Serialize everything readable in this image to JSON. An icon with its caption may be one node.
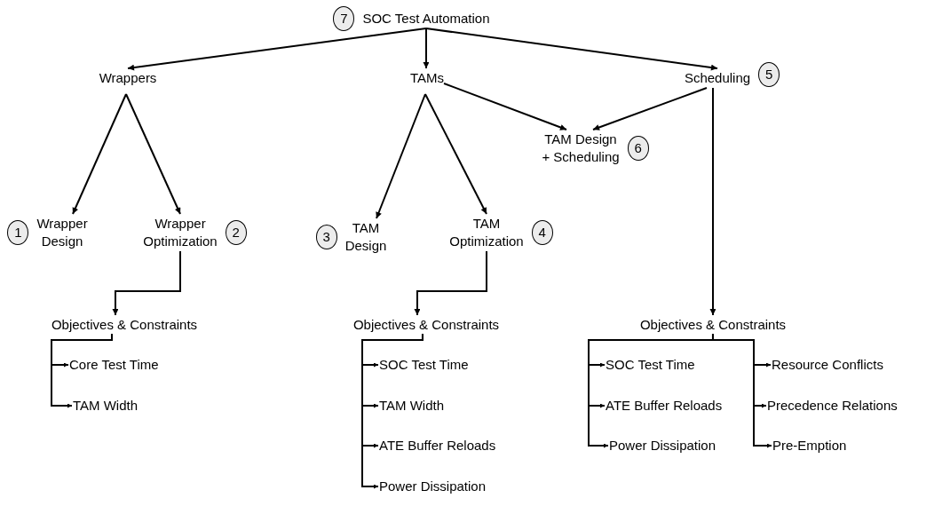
{
  "diagram": {
    "nodes": [
      {
        "text": [
          "SOC Test Automation"
        ],
        "beside": [
          "7"
        ]
      },
      {
        "text": [
          "Wrappers"
        ]
      },
      {
        "text": [
          "TAMs"
        ]
      },
      {
        "text": [
          "Scheduling"
        ],
        "beside": [
          "5"
        ]
      },
      {
        "text": [
          "TAM Design + Scheduling"
        ],
        "beside": [
          "6"
        ]
      },
      {
        "text": [
          "Wrapper Design"
        ],
        "beside": [
          "1"
        ]
      },
      {
        "text": [
          "Wrapper Optimization"
        ],
        "beside": [
          "2"
        ]
      },
      {
        "text": [
          "TAM Design"
        ],
        "beside": [
          "3"
        ]
      },
      {
        "text": [
          "TAM Optimization"
        ],
        "beside": [
          "4"
        ]
      },
      {
        "text": [
          "Objectives & Constraints"
        ]
      },
      {
        "text": [
          "Core Test Time"
        ]
      },
      {
        "text": [
          "TAM Width"
        ]
      },
      {
        "text": [
          "Objectives & Constraints"
        ]
      },
      {
        "text": [
          "SOC Test Time"
        ]
      },
      {
        "text": [
          "TAM Width"
        ]
      },
      {
        "text": [
          "ATE Buffer Reloads"
        ]
      },
      {
        "text": [
          "Power Dissipation"
        ]
      },
      {
        "text": [
          "Objectives & Constraints"
        ]
      },
      {
        "text": [
          "SOC Test Time"
        ]
      },
      {
        "text": [
          "ATE Buffer Reloads"
        ]
      },
      {
        "text": [
          "Power Dissipation"
        ]
      },
      {
        "text": [
          "Resource Conflicts"
        ]
      },
      {
        "text": [
          "Precedence Relations"
        ]
      },
      {
        "text": [
          "Pre-Emption"
        ]
      }
    ],
    "edges": [
      {
        "from": 0,
        "to": 1,
        "arrow": "to"
      },
      {
        "from": 0,
        "to": 2,
        "arrow": "to"
      },
      {
        "from": 0,
        "to": 3,
        "arrow": "to"
      },
      {
        "from": 1,
        "to": 5,
        "arrow": "to"
      },
      {
        "from": 1,
        "to": 6,
        "arrow": "to"
      },
      {
        "from": 2,
        "to": 7,
        "arrow": "to"
      },
      {
        "from": 2,
        "to": 8,
        "arrow": "to"
      },
      {
        "from": 2,
        "to": 4,
        "arrow": "to"
      },
      {
        "from": 3,
        "to": 4,
        "arrow": "to"
      },
      {
        "from": 3,
        "to": 17,
        "arrow": "to"
      },
      {
        "from": 6,
        "to": 9,
        "arrow": "to"
      },
      {
        "from": 9,
        "to": 10,
        "arrow": "to"
      },
      {
        "from": 9,
        "to": 11,
        "arrow": "to"
      },
      {
        "from": 8,
        "to": 12,
        "arrow": "to"
      },
      {
        "from": 12,
        "to": 13,
        "arrow": "to"
      },
      {
        "from": 12,
        "to": 14,
        "arrow": "to"
      },
      {
        "from": 12,
        "to": 15,
        "arrow": "to"
      },
      {
        "from": 12,
        "to": 16,
        "arrow": "to"
      },
      {
        "from": 17,
        "to": 18,
        "arrow": "to"
      },
      {
        "from": 17,
        "to": 19,
        "arrow": "to"
      },
      {
        "from": 17,
        "to": 20,
        "arrow": "to"
      },
      {
        "from": 17,
        "to": 21,
        "arrow": "to"
      },
      {
        "from": 17,
        "to": 22,
        "arrow": "to"
      },
      {
        "from": 17,
        "to": 23,
        "arrow": "to"
      }
    ]
  }
}
